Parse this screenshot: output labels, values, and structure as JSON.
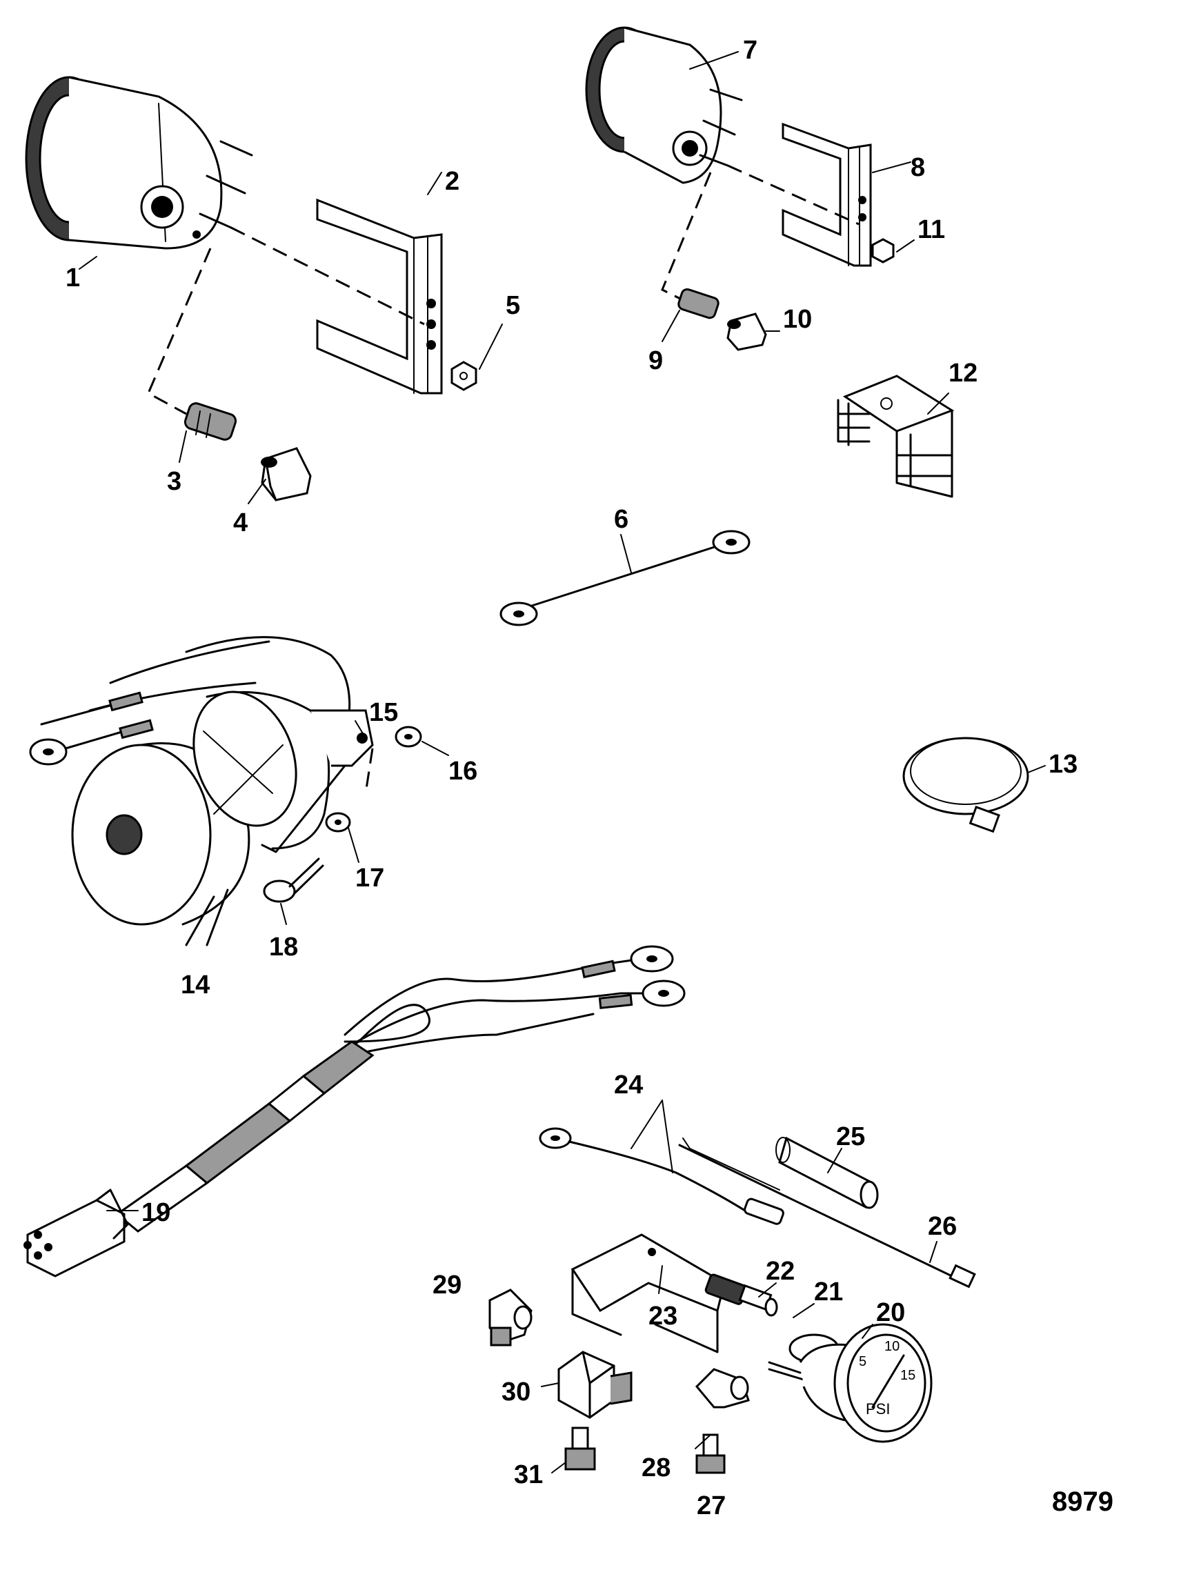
{
  "figure_number": "8979",
  "callouts": [
    {
      "id": "c1",
      "text": "1"
    },
    {
      "id": "c2",
      "text": "2"
    },
    {
      "id": "c3",
      "text": "3"
    },
    {
      "id": "c4",
      "text": "4"
    },
    {
      "id": "c5",
      "text": "5"
    },
    {
      "id": "c6",
      "text": "6"
    },
    {
      "id": "c7",
      "text": "7"
    },
    {
      "id": "c8",
      "text": "8"
    },
    {
      "id": "c9",
      "text": "9"
    },
    {
      "id": "c10",
      "text": "10"
    },
    {
      "id": "c11",
      "text": "11"
    },
    {
      "id": "c12",
      "text": "12"
    },
    {
      "id": "c13",
      "text": "13"
    },
    {
      "id": "c14",
      "text": "14"
    },
    {
      "id": "c15",
      "text": "15"
    },
    {
      "id": "c16",
      "text": "16"
    },
    {
      "id": "c17",
      "text": "17"
    },
    {
      "id": "c18",
      "text": "18"
    },
    {
      "id": "c19",
      "text": "19"
    },
    {
      "id": "c20",
      "text": "20"
    },
    {
      "id": "c21",
      "text": "21"
    },
    {
      "id": "c22",
      "text": "22"
    },
    {
      "id": "c23",
      "text": "23"
    },
    {
      "id": "c24",
      "text": "24"
    },
    {
      "id": "c25",
      "text": "25"
    },
    {
      "id": "c26",
      "text": "26"
    },
    {
      "id": "c27",
      "text": "27"
    },
    {
      "id": "c28",
      "text": "28"
    },
    {
      "id": "c29",
      "text": "29"
    },
    {
      "id": "c30",
      "text": "30"
    },
    {
      "id": "c31",
      "text": "31"
    }
  ],
  "gauge_dial": {
    "marks": [
      "5",
      "10",
      "15"
    ],
    "unit": "PSI"
  }
}
